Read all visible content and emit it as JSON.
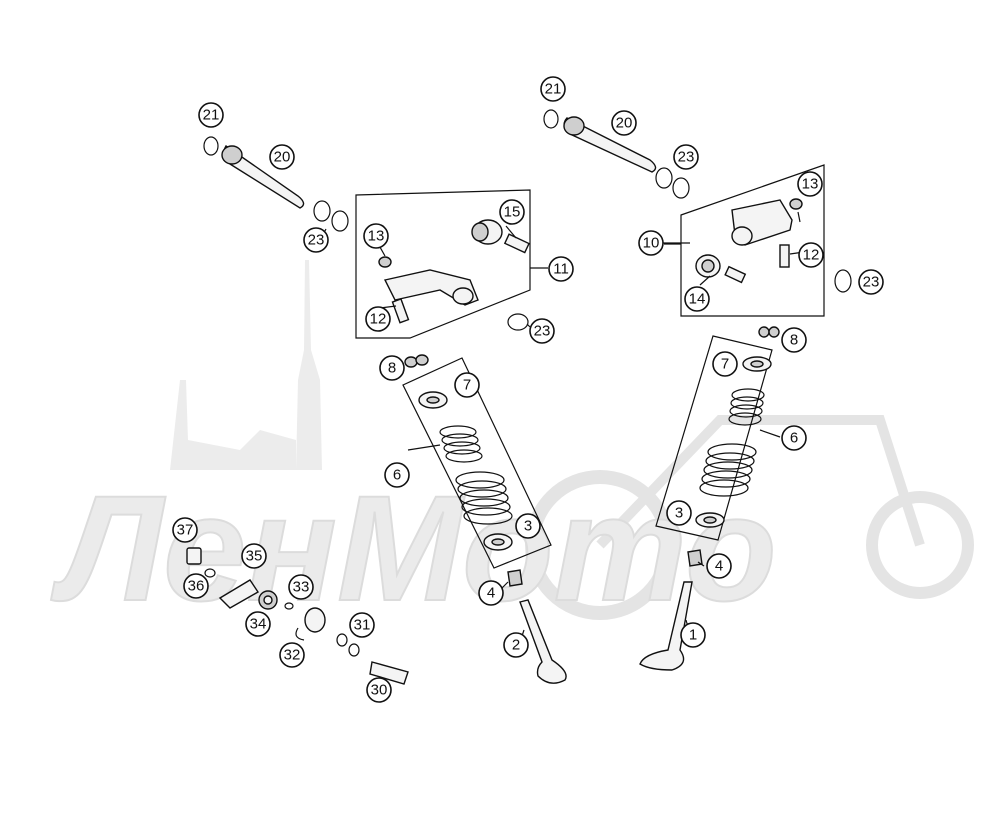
{
  "watermark": {
    "text": "ЛенМото"
  },
  "callouts": [
    {
      "id": "c21a",
      "label": "21"
    },
    {
      "id": "c20a",
      "label": "20"
    },
    {
      "id": "c23a",
      "label": "23"
    },
    {
      "id": "c13a",
      "label": "13"
    },
    {
      "id": "c15",
      "label": "15"
    },
    {
      "id": "c11",
      "label": "11"
    },
    {
      "id": "c12a",
      "label": "12"
    },
    {
      "id": "c23b",
      "label": "23"
    },
    {
      "id": "c8a",
      "label": "8"
    },
    {
      "id": "c7a",
      "label": "7"
    },
    {
      "id": "c6a",
      "label": "6"
    },
    {
      "id": "c3a",
      "label": "3"
    },
    {
      "id": "c4a",
      "label": "4"
    },
    {
      "id": "c2",
      "label": "2"
    },
    {
      "id": "c21b",
      "label": "21"
    },
    {
      "id": "c20b",
      "label": "20"
    },
    {
      "id": "c23c",
      "label": "23"
    },
    {
      "id": "c13b",
      "label": "13"
    },
    {
      "id": "c10",
      "label": "10"
    },
    {
      "id": "c12b",
      "label": "12"
    },
    {
      "id": "c14",
      "label": "14"
    },
    {
      "id": "c23d",
      "label": "23"
    },
    {
      "id": "c8b",
      "label": "8"
    },
    {
      "id": "c7b",
      "label": "7"
    },
    {
      "id": "c6b",
      "label": "6"
    },
    {
      "id": "c3b",
      "label": "3"
    },
    {
      "id": "c4b",
      "label": "4"
    },
    {
      "id": "c1",
      "label": "1"
    },
    {
      "id": "c37",
      "label": "37"
    },
    {
      "id": "c35",
      "label": "35"
    },
    {
      "id": "c36",
      "label": "36"
    },
    {
      "id": "c33",
      "label": "33"
    },
    {
      "id": "c34",
      "label": "34"
    },
    {
      "id": "c31",
      "label": "31"
    },
    {
      "id": "c32",
      "label": "32"
    },
    {
      "id": "c30",
      "label": "30"
    }
  ]
}
